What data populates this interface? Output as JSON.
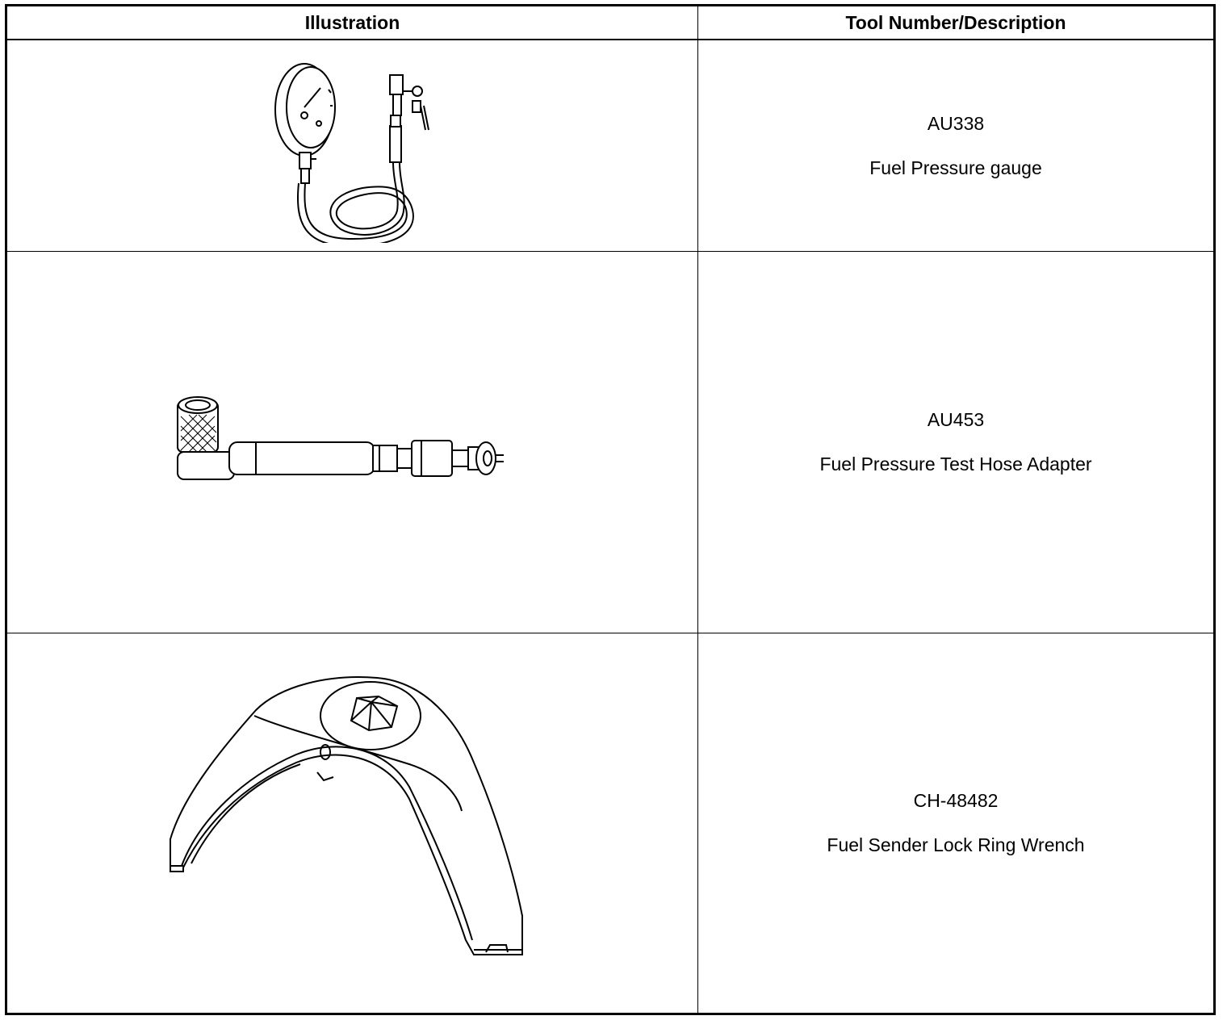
{
  "table": {
    "headers": {
      "illustration": "Illustration",
      "description": "Tool Number/Description"
    },
    "rows": [
      {
        "tool_number": "AU338",
        "description": "Fuel Pressure gauge",
        "illustration_icon": "fuel-pressure-gauge-icon"
      },
      {
        "tool_number": "AU453",
        "description": "Fuel Pressure Test Hose Adapter",
        "illustration_icon": "hose-adapter-icon"
      },
      {
        "tool_number": "CH-48482",
        "description": "Fuel Sender Lock Ring Wrench",
        "illustration_icon": "lock-ring-wrench-icon"
      }
    ]
  }
}
